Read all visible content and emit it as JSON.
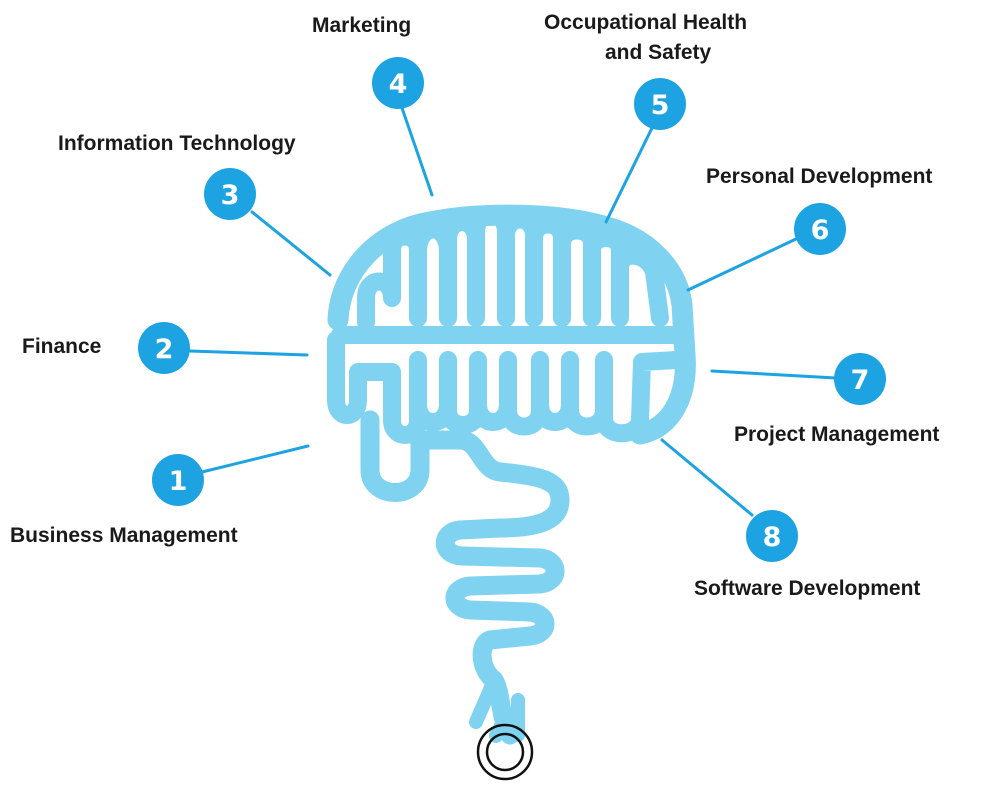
{
  "colors": {
    "brain": "#7fd3f1",
    "badge": "#1ea3e2",
    "connector": "#1ea3e2",
    "badge_text": "#ffffff",
    "label_text": "#1a1a1a",
    "button_ring": "#111111"
  },
  "topics": [
    {
      "number": "1",
      "label": "Business Management"
    },
    {
      "number": "2",
      "label": "Finance"
    },
    {
      "number": "3",
      "label": "Information Technology"
    },
    {
      "number": "4",
      "label": "Marketing"
    },
    {
      "number": "5",
      "label_line1": "Occupational Health",
      "label_line2": "and Safety"
    },
    {
      "number": "6",
      "label": "Personal Development"
    },
    {
      "number": "7",
      "label": "Project Management"
    },
    {
      "number": "8",
      "label": "Software Development"
    }
  ],
  "icons": {
    "brain": "brain-maze-icon",
    "power_button": "power-button-icon"
  }
}
